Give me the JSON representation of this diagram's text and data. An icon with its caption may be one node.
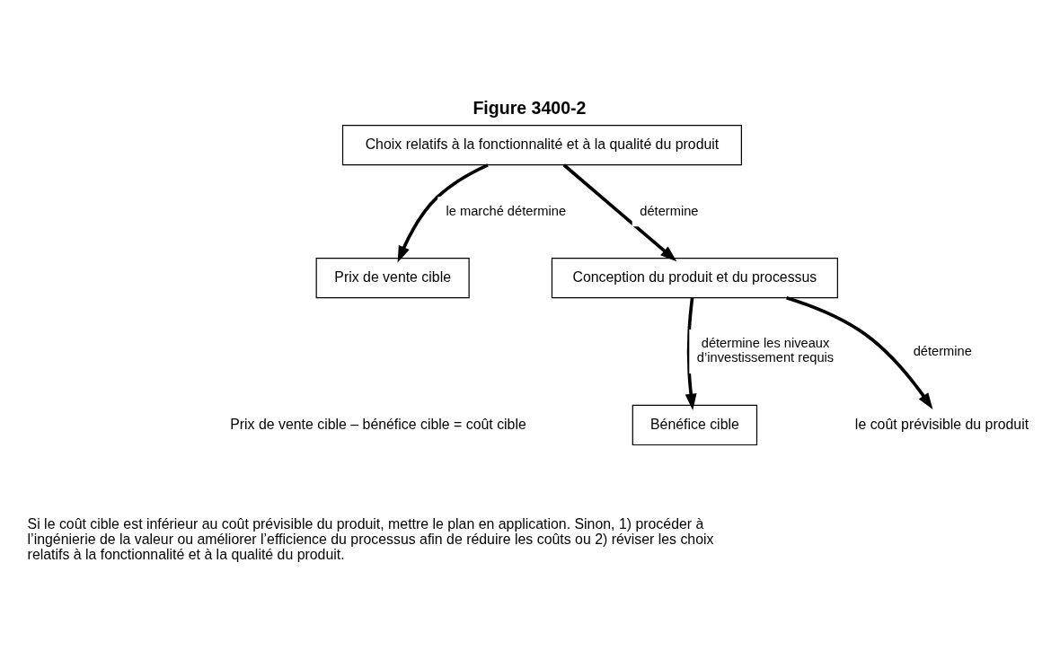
{
  "diagram": {
    "title": "Figure 3400-2",
    "nodes": [
      {
        "text": [
          "Choix relatifs à la fonctionnalité et à la qualité du produit"
        ]
      },
      {
        "text": [
          "Conception du produit et du processus"
        ]
      },
      {
        "text": [
          "Prix de vente cible"
        ]
      },
      {
        "text": [
          "Bénéfice cible"
        ]
      },
      {
        "text": [
          "le coût prévisible du produit"
        ]
      }
    ],
    "edges": [
      {
        "from": 0,
        "to": 2,
        "arrow": "to",
        "label": "le marché détermine"
      },
      {
        "from": 0,
        "to": 1,
        "arrow": "to",
        "label": "détermine"
      },
      {
        "from": 1,
        "to": 3,
        "arrow": "to",
        "label": "détermine les niveaux d’investissement requis"
      },
      {
        "from": 1,
        "to": 4,
        "arrow": "to",
        "label": "détermine"
      }
    ],
    "labels": [
      "Prix de vente cible – bénéfice cible = coût cible",
      "Si le coût cible est inférieur au coût prévisible du produit, mettre le plan en application. Sinon, 1) procéder à l’ingénierie de la valeur ou améliorer l’efficience du processus afin de réduire les coûts ou 2) réviser les choix relatifs à la fonctionnalité et à la qualité du produit."
    ]
  }
}
